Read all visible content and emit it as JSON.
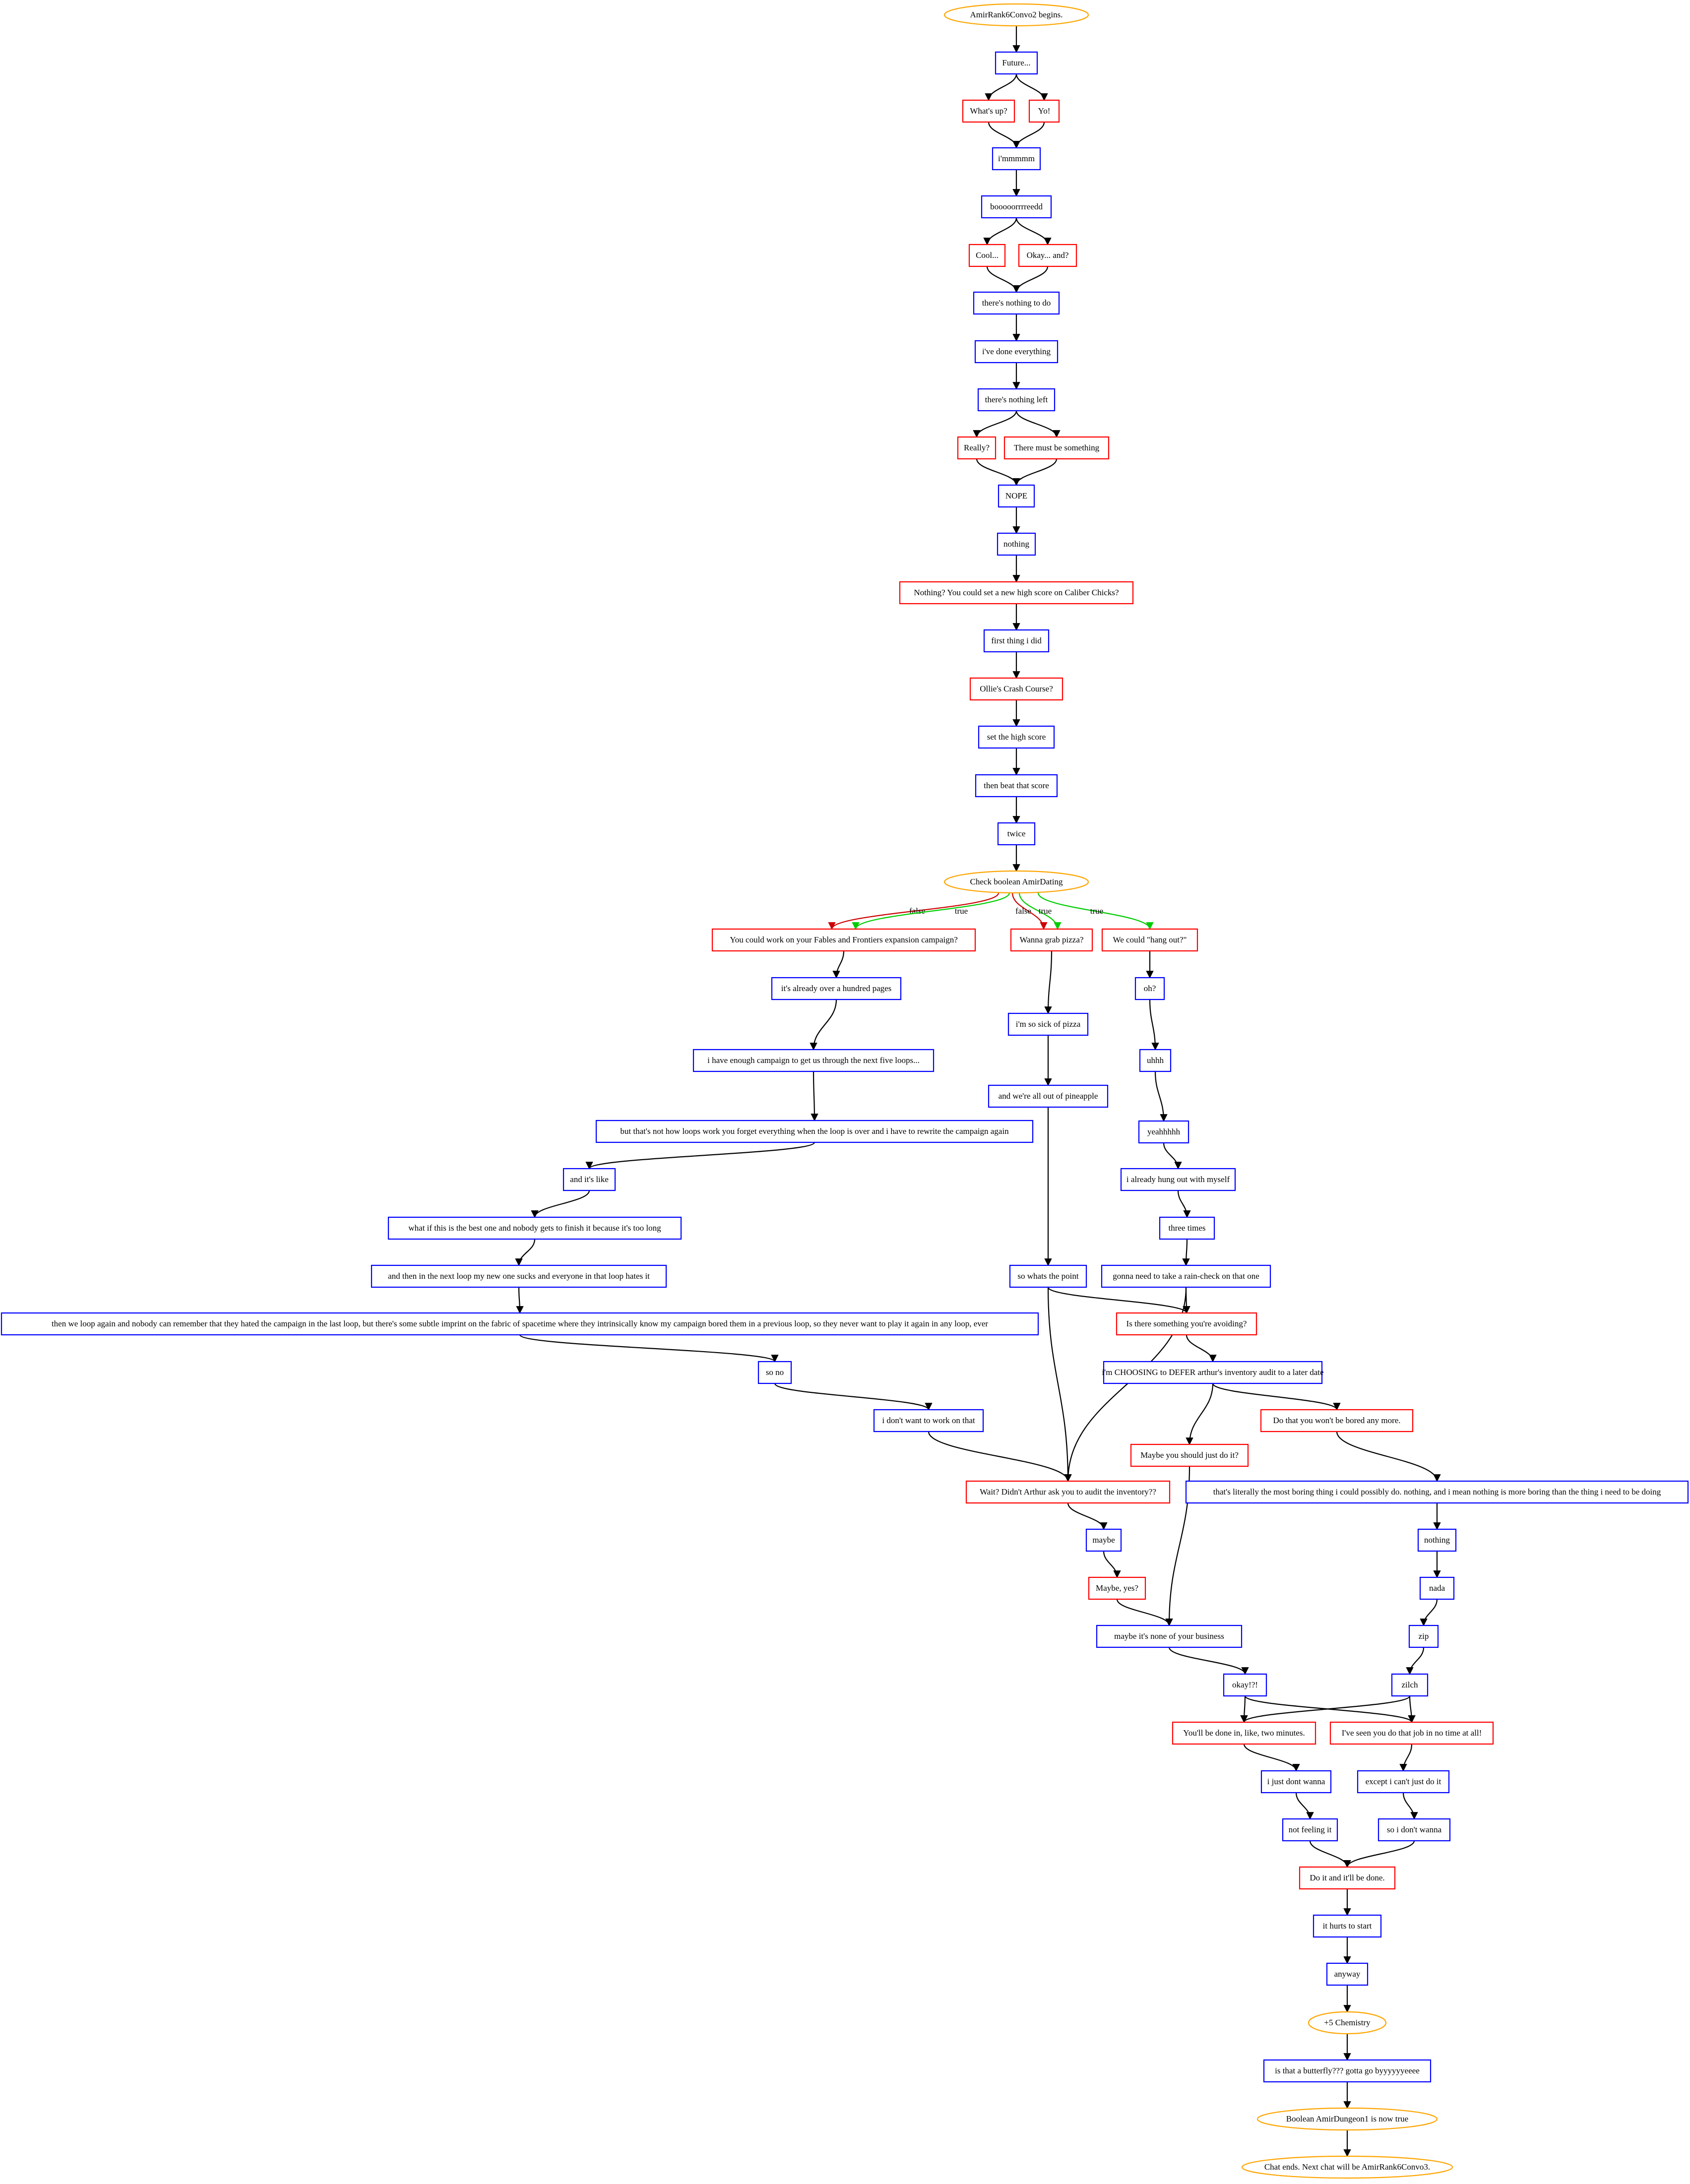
{
  "colors": {
    "npc_box": "#0000ff",
    "player_box": "#ff0000",
    "event_ellipse": "#ffa500",
    "edge_default": "#000000",
    "edge_false": "#cc0000",
    "edge_true": "#00cc00"
  },
  "nodes": [
    {
      "id": "begin",
      "shape": "ellipse",
      "kind": "event",
      "label": "AmirRank6Convo2 begins."
    },
    {
      "id": "future",
      "shape": "box",
      "kind": "npc",
      "label": "Future..."
    },
    {
      "id": "whatsup",
      "shape": "box",
      "kind": "player",
      "label": "What's up?"
    },
    {
      "id": "yo",
      "shape": "box",
      "kind": "player",
      "label": "Yo!"
    },
    {
      "id": "imm",
      "shape": "box",
      "kind": "npc",
      "label": "i'mmmmm"
    },
    {
      "id": "bored",
      "shape": "box",
      "kind": "npc",
      "label": "booooorrrreedd"
    },
    {
      "id": "cool",
      "shape": "box",
      "kind": "player",
      "label": "Cool..."
    },
    {
      "id": "okayand",
      "shape": "box",
      "kind": "player",
      "label": "Okay... and?"
    },
    {
      "id": "nothingtodo",
      "shape": "box",
      "kind": "npc",
      "label": "there's nothing to do"
    },
    {
      "id": "doneeverything",
      "shape": "box",
      "kind": "npc",
      "label": "i've done everything"
    },
    {
      "id": "nothingleft",
      "shape": "box",
      "kind": "npc",
      "label": "there's nothing left"
    },
    {
      "id": "really",
      "shape": "box",
      "kind": "player",
      "label": "Really?"
    },
    {
      "id": "mustbe",
      "shape": "box",
      "kind": "player",
      "label": "There must be something"
    },
    {
      "id": "nope",
      "shape": "box",
      "kind": "npc",
      "label": "NOPE"
    },
    {
      "id": "nothing1",
      "shape": "box",
      "kind": "npc",
      "label": "nothing"
    },
    {
      "id": "highscore",
      "shape": "box",
      "kind": "player",
      "label": "Nothing? You could set a new high score on Caliber Chicks?"
    },
    {
      "id": "firstthing",
      "shape": "box",
      "kind": "npc",
      "label": "first thing i did"
    },
    {
      "id": "ollie",
      "shape": "box",
      "kind": "player",
      "label": "Ollie's Crash Course?"
    },
    {
      "id": "sethigh",
      "shape": "box",
      "kind": "npc",
      "label": "set the high score"
    },
    {
      "id": "beat",
      "shape": "box",
      "kind": "npc",
      "label": "then beat that score"
    },
    {
      "id": "twice",
      "shape": "box",
      "kind": "npc",
      "label": "twice"
    },
    {
      "id": "check",
      "shape": "ellipse",
      "kind": "event",
      "label": "Check boolean AmirDating"
    },
    {
      "id": "fables",
      "shape": "box",
      "kind": "player",
      "label": "You could work on your Fables and Frontiers expansion campaign?"
    },
    {
      "id": "pizza",
      "shape": "box",
      "kind": "player",
      "label": "Wanna grab pizza?"
    },
    {
      "id": "hangout",
      "shape": "box",
      "kind": "player",
      "label": "We could \"hang out?\""
    },
    {
      "id": "hundred",
      "shape": "box",
      "kind": "npc",
      "label": "it's already over a hundred pages"
    },
    {
      "id": "fiveloops",
      "shape": "box",
      "kind": "npc",
      "label": "i have enough campaign to get us through the next five loops..."
    },
    {
      "id": "notloops",
      "shape": "box",
      "kind": "npc",
      "label": "but that's not how loops work you forget everything when the loop is over and i have to rewrite the campaign again"
    },
    {
      "id": "itslike",
      "shape": "box",
      "kind": "npc",
      "label": "and it's like"
    },
    {
      "id": "whatif",
      "shape": "box",
      "kind": "npc",
      "label": "what if this is the best one and nobody gets to finish it because it's too long"
    },
    {
      "id": "nextloop",
      "shape": "box",
      "kind": "npc",
      "label": "and then in the next loop my new one sucks and everyone in that loop hates it"
    },
    {
      "id": "thenwe",
      "shape": "box",
      "kind": "npc",
      "label": "then we loop again and nobody can remember that they hated the campaign in the last loop, but there's some subtle imprint on the fabric of spacetime where they intrinsically know my campaign bored them in a previous loop, so they never want to play it again in any loop, ever"
    },
    {
      "id": "sono",
      "shape": "box",
      "kind": "npc",
      "label": "so no"
    },
    {
      "id": "dontwork",
      "shape": "box",
      "kind": "npc",
      "label": "i don't want to work on that"
    },
    {
      "id": "sickpizza",
      "shape": "box",
      "kind": "npc",
      "label": "i'm so sick of pizza"
    },
    {
      "id": "pineapple",
      "shape": "box",
      "kind": "npc",
      "label": "and we're all out of pineapple"
    },
    {
      "id": "whatspoint",
      "shape": "box",
      "kind": "npc",
      "label": "so whats the point"
    },
    {
      "id": "oh",
      "shape": "box",
      "kind": "npc",
      "label": "oh?"
    },
    {
      "id": "uhhh",
      "shape": "box",
      "kind": "npc",
      "label": "uhhh"
    },
    {
      "id": "yeahhh",
      "shape": "box",
      "kind": "npc",
      "label": "yeahhhhh"
    },
    {
      "id": "hungout",
      "shape": "box",
      "kind": "npc",
      "label": "i already hung out with myself"
    },
    {
      "id": "threetimes",
      "shape": "box",
      "kind": "npc",
      "label": "three times"
    },
    {
      "id": "raincheck",
      "shape": "box",
      "kind": "npc",
      "label": "gonna need to take a rain-check on that one"
    },
    {
      "id": "avoiding",
      "shape": "box",
      "kind": "player",
      "label": "Is there something you're avoiding?"
    },
    {
      "id": "choosing",
      "shape": "box",
      "kind": "npc",
      "label": "i'm CHOOSING to DEFER arthur's inventory audit to a later date"
    },
    {
      "id": "justdoit",
      "shape": "box",
      "kind": "player",
      "label": "Maybe you should just do it?"
    },
    {
      "id": "donotbored",
      "shape": "box",
      "kind": "player",
      "label": "Do that you won't be bored any more."
    },
    {
      "id": "waitarthur",
      "shape": "box",
      "kind": "player",
      "label": "Wait? Didn't Arthur ask you to audit the inventory??"
    },
    {
      "id": "literally",
      "shape": "box",
      "kind": "npc",
      "label": "that's literally the most boring thing i could possibly do. nothing, and i mean nothing is more boring than the thing i need to be doing"
    },
    {
      "id": "maybe",
      "shape": "box",
      "kind": "npc",
      "label": "maybe"
    },
    {
      "id": "nothing2",
      "shape": "box",
      "kind": "npc",
      "label": "nothing"
    },
    {
      "id": "maybeyes",
      "shape": "box",
      "kind": "player",
      "label": "Maybe, yes?"
    },
    {
      "id": "nada",
      "shape": "box",
      "kind": "npc",
      "label": "nada"
    },
    {
      "id": "zip",
      "shape": "box",
      "kind": "npc",
      "label": "zip"
    },
    {
      "id": "noneof",
      "shape": "box",
      "kind": "npc",
      "label": "maybe it's none of your business"
    },
    {
      "id": "okay",
      "shape": "box",
      "kind": "npc",
      "label": "okay!?!"
    },
    {
      "id": "zilch",
      "shape": "box",
      "kind": "npc",
      "label": "zilch"
    },
    {
      "id": "twominutes",
      "shape": "box",
      "kind": "player",
      "label": "You'll be done in, like, two minutes."
    },
    {
      "id": "seenyou",
      "shape": "box",
      "kind": "player",
      "label": "I've seen you do that job in no time at all!"
    },
    {
      "id": "dontwanna",
      "shape": "box",
      "kind": "npc",
      "label": "i just dont wanna"
    },
    {
      "id": "cantjust",
      "shape": "box",
      "kind": "npc",
      "label": "except i can't just do it"
    },
    {
      "id": "notfeeling",
      "shape": "box",
      "kind": "npc",
      "label": "not feeling it"
    },
    {
      "id": "soidont",
      "shape": "box",
      "kind": "npc",
      "label": "so i don't wanna"
    },
    {
      "id": "doitdone",
      "shape": "box",
      "kind": "player",
      "label": "Do it and it'll be done."
    },
    {
      "id": "hurts",
      "shape": "box",
      "kind": "npc",
      "label": "it hurts to start"
    },
    {
      "id": "anyway",
      "shape": "box",
      "kind": "npc",
      "label": "anyway"
    },
    {
      "id": "chem",
      "shape": "ellipse",
      "kind": "event",
      "label": "+5 Chemistry"
    },
    {
      "id": "butterfly",
      "shape": "box",
      "kind": "npc",
      "label": "is that a butterfly??? gotta go byyyyyyeeee"
    },
    {
      "id": "dungeon",
      "shape": "ellipse",
      "kind": "event",
      "label": "Boolean AmirDungeon1 is now true"
    },
    {
      "id": "ends",
      "shape": "ellipse",
      "kind": "event",
      "label": "Chat ends. Next chat will be AmirRank6Convo3."
    }
  ],
  "edges": [
    {
      "from": "begin",
      "to": "future"
    },
    {
      "from": "future",
      "to": "whatsup"
    },
    {
      "from": "future",
      "to": "yo"
    },
    {
      "from": "whatsup",
      "to": "imm"
    },
    {
      "from": "yo",
      "to": "imm"
    },
    {
      "from": "imm",
      "to": "bored"
    },
    {
      "from": "bored",
      "to": "cool"
    },
    {
      "from": "bored",
      "to": "okayand"
    },
    {
      "from": "cool",
      "to": "nothingtodo"
    },
    {
      "from": "okayand",
      "to": "nothingtodo"
    },
    {
      "from": "nothingtodo",
      "to": "doneeverything"
    },
    {
      "from": "doneeverything",
      "to": "nothingleft"
    },
    {
      "from": "nothingleft",
      "to": "really"
    },
    {
      "from": "nothingleft",
      "to": "mustbe"
    },
    {
      "from": "really",
      "to": "nope"
    },
    {
      "from": "mustbe",
      "to": "nope"
    },
    {
      "from": "nope",
      "to": "nothing1"
    },
    {
      "from": "nothing1",
      "to": "highscore"
    },
    {
      "from": "highscore",
      "to": "firstthing"
    },
    {
      "from": "firstthing",
      "to": "ollie"
    },
    {
      "from": "ollie",
      "to": "sethigh"
    },
    {
      "from": "sethigh",
      "to": "beat"
    },
    {
      "from": "beat",
      "to": "twice"
    },
    {
      "from": "twice",
      "to": "check"
    },
    {
      "from": "check",
      "to": "fables",
      "kind": "false",
      "label": "false"
    },
    {
      "from": "check",
      "to": "fables",
      "kind": "true",
      "label": "true"
    },
    {
      "from": "check",
      "to": "pizza",
      "kind": "false",
      "label": "false"
    },
    {
      "from": "check",
      "to": "pizza",
      "kind": "true",
      "label": "true"
    },
    {
      "from": "check",
      "to": "hangout",
      "kind": "true",
      "label": "true"
    },
    {
      "from": "fables",
      "to": "hundred"
    },
    {
      "from": "hundred",
      "to": "fiveloops"
    },
    {
      "from": "fiveloops",
      "to": "notloops"
    },
    {
      "from": "notloops",
      "to": "itslike"
    },
    {
      "from": "itslike",
      "to": "whatif"
    },
    {
      "from": "whatif",
      "to": "nextloop"
    },
    {
      "from": "nextloop",
      "to": "thenwe"
    },
    {
      "from": "thenwe",
      "to": "sono"
    },
    {
      "from": "sono",
      "to": "dontwork"
    },
    {
      "from": "dontwork",
      "to": "waitarthur"
    },
    {
      "from": "pizza",
      "to": "sickpizza"
    },
    {
      "from": "sickpizza",
      "to": "pineapple"
    },
    {
      "from": "pineapple",
      "to": "whatspoint"
    },
    {
      "from": "whatspoint",
      "to": "avoiding"
    },
    {
      "from": "whatspoint",
      "to": "waitarthur"
    },
    {
      "from": "hangout",
      "to": "oh"
    },
    {
      "from": "oh",
      "to": "uhhh"
    },
    {
      "from": "uhhh",
      "to": "yeahhh"
    },
    {
      "from": "yeahhh",
      "to": "hungout"
    },
    {
      "from": "hungout",
      "to": "threetimes"
    },
    {
      "from": "threetimes",
      "to": "raincheck"
    },
    {
      "from": "raincheck",
      "to": "avoiding"
    },
    {
      "from": "raincheck",
      "to": "waitarthur"
    },
    {
      "from": "avoiding",
      "to": "choosing"
    },
    {
      "from": "choosing",
      "to": "justdoit"
    },
    {
      "from": "choosing",
      "to": "donotbored"
    },
    {
      "from": "donotbored",
      "to": "literally"
    },
    {
      "from": "justdoit",
      "to": "noneof"
    },
    {
      "from": "waitarthur",
      "to": "maybe"
    },
    {
      "from": "maybe",
      "to": "maybeyes"
    },
    {
      "from": "maybeyes",
      "to": "noneof"
    },
    {
      "from": "literally",
      "to": "nothing2"
    },
    {
      "from": "nothing2",
      "to": "nada"
    },
    {
      "from": "nada",
      "to": "zip"
    },
    {
      "from": "zip",
      "to": "zilch"
    },
    {
      "from": "noneof",
      "to": "okay"
    },
    {
      "from": "okay",
      "to": "twominutes"
    },
    {
      "from": "okay",
      "to": "seenyou"
    },
    {
      "from": "zilch",
      "to": "twominutes"
    },
    {
      "from": "zilch",
      "to": "seenyou"
    },
    {
      "from": "twominutes",
      "to": "dontwanna"
    },
    {
      "from": "seenyou",
      "to": "cantjust"
    },
    {
      "from": "dontwanna",
      "to": "notfeeling"
    },
    {
      "from": "cantjust",
      "to": "soidont"
    },
    {
      "from": "notfeeling",
      "to": "doitdone"
    },
    {
      "from": "soidont",
      "to": "doitdone"
    },
    {
      "from": "doitdone",
      "to": "hurts"
    },
    {
      "from": "hurts",
      "to": "anyway"
    },
    {
      "from": "anyway",
      "to": "chem"
    },
    {
      "from": "chem",
      "to": "butterfly"
    },
    {
      "from": "butterfly",
      "to": "dungeon"
    },
    {
      "from": "dungeon",
      "to": "ends"
    }
  ]
}
